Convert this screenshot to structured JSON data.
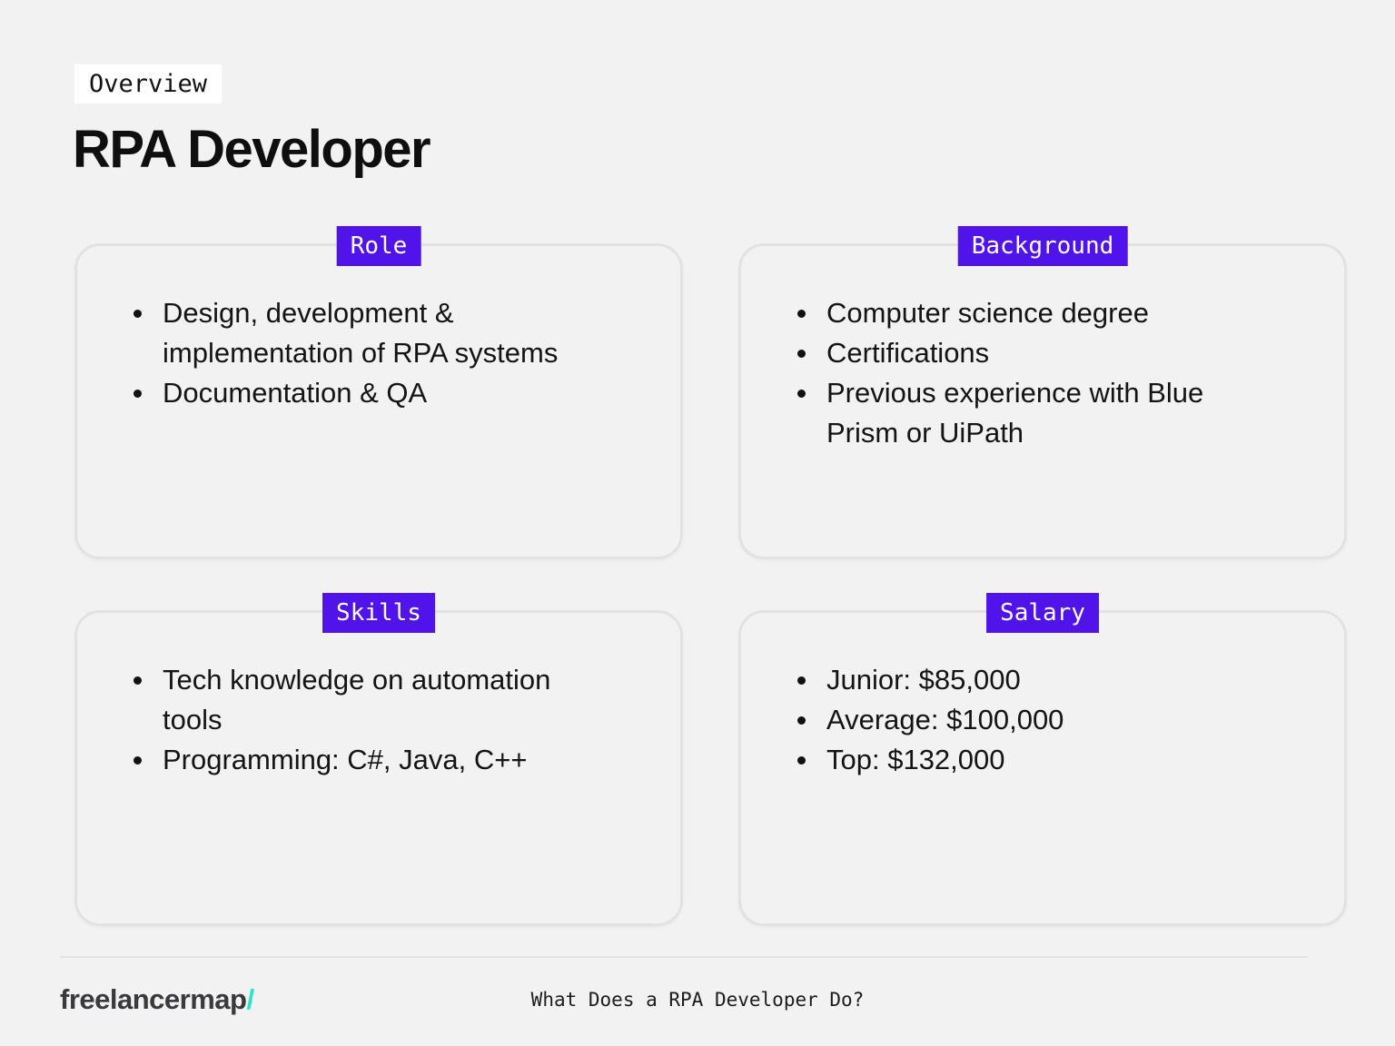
{
  "page": {
    "background_color": "#f2f2f2",
    "accent_color": "#5014eb",
    "overview_label": "Overview",
    "title": "RPA Developer"
  },
  "cards": [
    {
      "badge": "Role",
      "items": [
        "Design, development & implementation of RPA systems",
        "Documentation & QA"
      ]
    },
    {
      "badge": "Background",
      "items": [
        "Computer science degree",
        "Certifications",
        "Previous experience with Blue Prism or UiPath"
      ]
    },
    {
      "badge": "Skills",
      "items": [
        "Tech knowledge on automation tools",
        "Programming: C#, Java, C++"
      ]
    },
    {
      "badge": "Salary",
      "items": [
        "Junior: $85,000",
        "Average: $100,000",
        "Top: $132,000"
      ]
    }
  ],
  "footer": {
    "logo_text": "freelancermap",
    "logo_slash": "/",
    "logo_slash_color": "#21e6c7",
    "caption": "What Does a RPA Developer Do?"
  }
}
